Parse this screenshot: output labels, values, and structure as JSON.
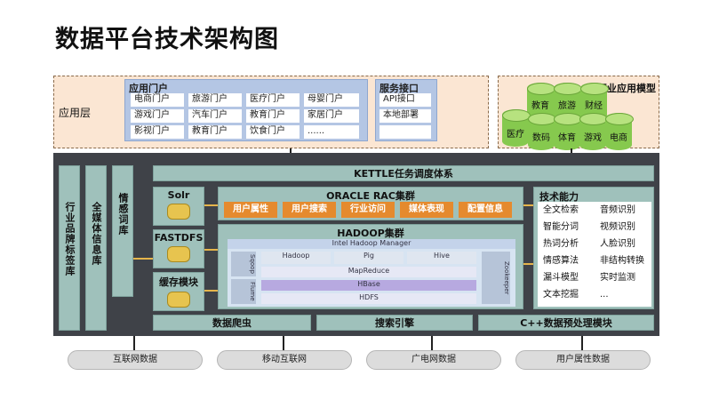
{
  "title": "数据平台技术架构图",
  "app_layer": {
    "label": "应用层",
    "portal": {
      "title": "应用门户",
      "cells": [
        "电商门户",
        "旅游门户",
        "医疗门户",
        "母婴门户",
        "游戏门户",
        "汽车门户",
        "教育门户",
        "家居门户",
        "影视门户",
        "教育门户",
        "饮食门户",
        "......"
      ]
    },
    "service": {
      "title": "服务接口",
      "cells": [
        "API接口",
        "本地部署"
      ]
    }
  },
  "industry_models": {
    "label": "行业应用模型",
    "items": [
      "教育",
      "旅游",
      "财经",
      "医疗",
      "数码",
      "体育",
      "游戏",
      "电商"
    ]
  },
  "platform": {
    "left_columns": [
      "行业品牌标签库",
      "全媒体信息库",
      "情感词库"
    ],
    "kettle": "KETTLE任务调度体系",
    "solr": "Solr",
    "fastdfs": "FASTDFS",
    "cache": "缓存模块",
    "oracle": {
      "title": "ORACLE RAC集群",
      "items": [
        "用户属性",
        "用户搜索",
        "行业访问",
        "媒体表现",
        "配置信息"
      ]
    },
    "hadoop": {
      "title": "HADOOP集群",
      "manager": "Intel Hadoop Manager",
      "tools": [
        "Hadoop",
        "Pig",
        "Hive"
      ],
      "layers": [
        "MapReduce",
        "HBase",
        "HDFS"
      ],
      "left_tags": [
        "Sqoop",
        "Flume"
      ],
      "right_tag": "Zookeeper"
    },
    "tech": {
      "title": "技术能力",
      "items": [
        "全文检索",
        "音频识别",
        "智能分词",
        "视频识别",
        "热词分析",
        "人脸识别",
        "情感算法",
        "非结构转换",
        "漏斗模型",
        "实时监测",
        "文本挖掘",
        "..."
      ]
    },
    "bottom_bar": [
      "数据爬虫",
      "搜索引擎",
      "C++数据预处理模块"
    ]
  },
  "sources": [
    "互联网数据",
    "移动互联网",
    "广电网数据",
    "用户属性数据"
  ]
}
